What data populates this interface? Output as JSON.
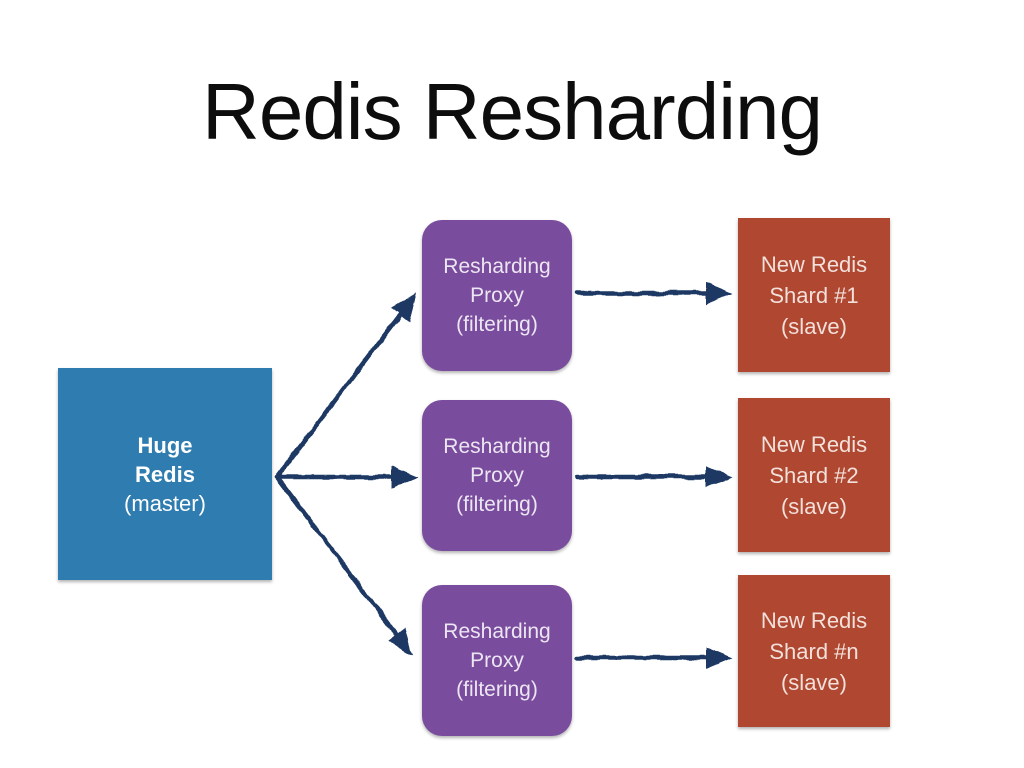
{
  "slide": {
    "title": "Redis Resharding",
    "background": "#ffffff"
  },
  "colors": {
    "master_box": "#2f7cb0",
    "proxy_box": "#7a4c9d",
    "shard_box": "#b04731",
    "arrow": "#1b3763",
    "title_text": "#0d0d0d",
    "master_text": "#ffffff",
    "proxy_text": "#ece6f2",
    "shard_text": "#f2e0da"
  },
  "nodes": {
    "master": {
      "lines": [
        "Huge",
        "Redis",
        "(master)"
      ]
    },
    "proxies": [
      {
        "lines": [
          "Resharding",
          "Proxy",
          "(filtering)"
        ]
      },
      {
        "lines": [
          "Resharding",
          "Proxy",
          "(filtering)"
        ]
      },
      {
        "lines": [
          "Resharding",
          "Proxy",
          "(filtering)"
        ]
      }
    ],
    "shards": [
      {
        "lines": [
          "New Redis",
          "Shard #1",
          "(slave)"
        ]
      },
      {
        "lines": [
          "New Redis",
          "Shard #2",
          "(slave)"
        ]
      },
      {
        "lines": [
          "New Redis",
          "Shard #n",
          "(slave)"
        ]
      }
    ]
  },
  "edges": [
    {
      "from": "master",
      "to": "proxy-1"
    },
    {
      "from": "master",
      "to": "proxy-2"
    },
    {
      "from": "master",
      "to": "proxy-3"
    },
    {
      "from": "proxy-1",
      "to": "shard-1"
    },
    {
      "from": "proxy-2",
      "to": "shard-2"
    },
    {
      "from": "proxy-3",
      "to": "shard-3"
    }
  ]
}
